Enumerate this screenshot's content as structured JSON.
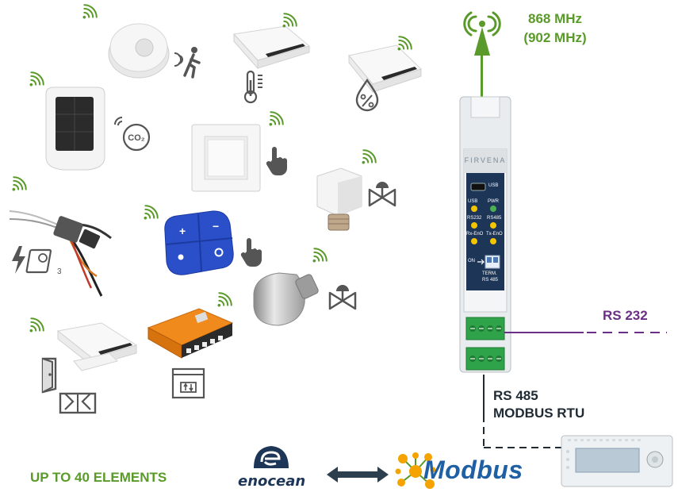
{
  "gateway": {
    "brand": "FIRVENA",
    "frequency_main": "868 MHz",
    "frequency_alt": "(902 MHz)",
    "ports": {
      "usb": "USB",
      "usb_led": "USB",
      "pwr_led": "PWR",
      "rs232_led": "RS232",
      "rs485_led": "RS485",
      "rx_led": "Rx-EnO",
      "tx_led": "Tx-EnO",
      "on_label": "ON",
      "term_label": "TERM.",
      "term_bus": "RS 485"
    }
  },
  "connections": {
    "rs232": "RS 232",
    "rs485": "RS 485",
    "modbus_rtu": "MODBUS RTU"
  },
  "footer": {
    "elements_count": "UP TO 40 ELEMENTS",
    "enocean_logo": "enocean",
    "modbus_logo": "Modbus"
  },
  "devices": [
    {
      "name": "motion-sensor",
      "icon": "walking-person-icon"
    },
    {
      "name": "temperature-sensor",
      "icon": "thermometer-icon"
    },
    {
      "name": "humidity-sensor",
      "icon": "humidity-drop-icon"
    },
    {
      "name": "co2-sensor",
      "icon": "co2-icon"
    },
    {
      "name": "wall-switch",
      "icon": "hand-press-icon"
    },
    {
      "name": "valve-actuator",
      "icon": "valve-icon"
    },
    {
      "name": "switch-actuator",
      "icon": "power-load-icon",
      "badge": "3"
    },
    {
      "name": "remote-button",
      "icon": "hand-press-icon"
    },
    {
      "name": "radiator-valve",
      "icon": "valve-icon"
    },
    {
      "name": "window-contact",
      "icon": "door-window-icon"
    },
    {
      "name": "blind-actuator",
      "icon": "blind-icon"
    }
  ],
  "colors": {
    "green": "#5a9a2a",
    "purple": "#6a2f86",
    "dark": "#1f2a33",
    "gateway_blue": "#1d3557",
    "led_yellow": "#f2c500",
    "terminal_green": "#2fa34a"
  }
}
